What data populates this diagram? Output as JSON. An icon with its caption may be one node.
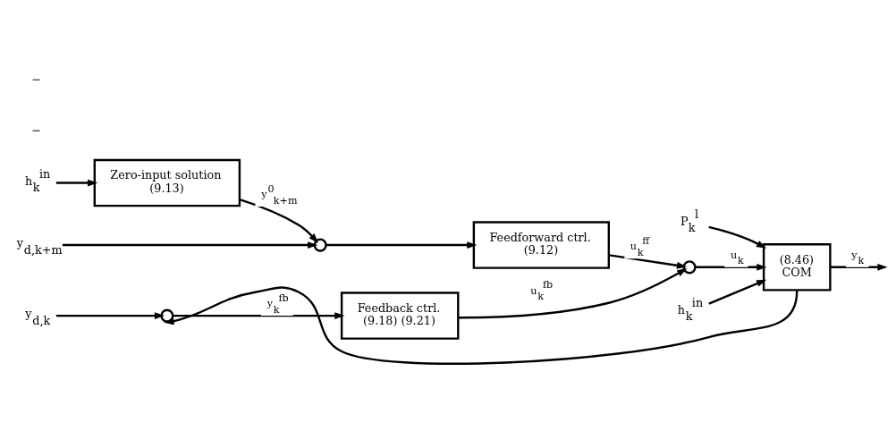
{
  "diagram": {
    "nodes": [
      {
        "text": [
          "h$_{k}$$^{in}$"
        ]
      },
      {
        "text": [
          "Zero-input solution",
          "(9.13)"
        ]
      },
      {
        "text": [
          "y$_{d,k+m}$"
        ]
      },
      {
        "text": [],
        "shape": "circle"
      },
      {
        "text": [
          "Feedforward ctrl.",
          "(9.12)"
        ]
      },
      {
        "text": [
          "y$_{d,k}$"
        ]
      },
      {
        "text": [],
        "shape": "circle"
      },
      {
        "text": [
          "Feedback ctrl.",
          "(9.18) (9.21)"
        ]
      },
      {
        "text": [],
        "shape": "circle"
      },
      {
        "text": [
          "h$_{k}$$^{in}$"
        ]
      },
      {
        "text": [
          "P$_{k}$$^{l}$"
        ]
      },
      {
        "text": [
          "(8.46)",
          "COM"
        ]
      }
    ],
    "edges": [
      {
        "from": 0,
        "to": 1,
        "arrow": "to"
      },
      {
        "from": 1,
        "to": 3,
        "arrow": "to",
        "label": "y$^{0}$$_{k+m}$"
      },
      {
        "from": 2,
        "to": 3,
        "arrow": "to"
      },
      {
        "from": 3,
        "to": 4,
        "arrow": "to"
      },
      {
        "from": 4,
        "to": 8,
        "arrow": "to",
        "label": "u$_{k}$$^{ff}$"
      },
      {
        "from": 5,
        "to": 6,
        "arrow": "to"
      },
      {
        "from": 6,
        "to": 7,
        "arrow": "to",
        "label": "y$_{k}$$^{fb}$"
      },
      {
        "from": 7,
        "to": 8,
        "arrow": "to",
        "label": "u$_{k}$$^{fb}$"
      },
      {
        "from": 8,
        "to": 11,
        "arrow": "to",
        "label": "u$_{k}$"
      },
      {
        "from": 9,
        "to": 11,
        "arrow": "to"
      },
      {
        "from": 10,
        "to": 11,
        "arrow": "to"
      },
      {
        "from": 11,
        "to": null,
        "arrow": "to",
        "label": "y$_{k}$"
      },
      {
        "from": 11,
        "to": 6,
        "arrow": "to"
      }
    ],
    "labels": [
      "−",
      "−"
    ]
  }
}
